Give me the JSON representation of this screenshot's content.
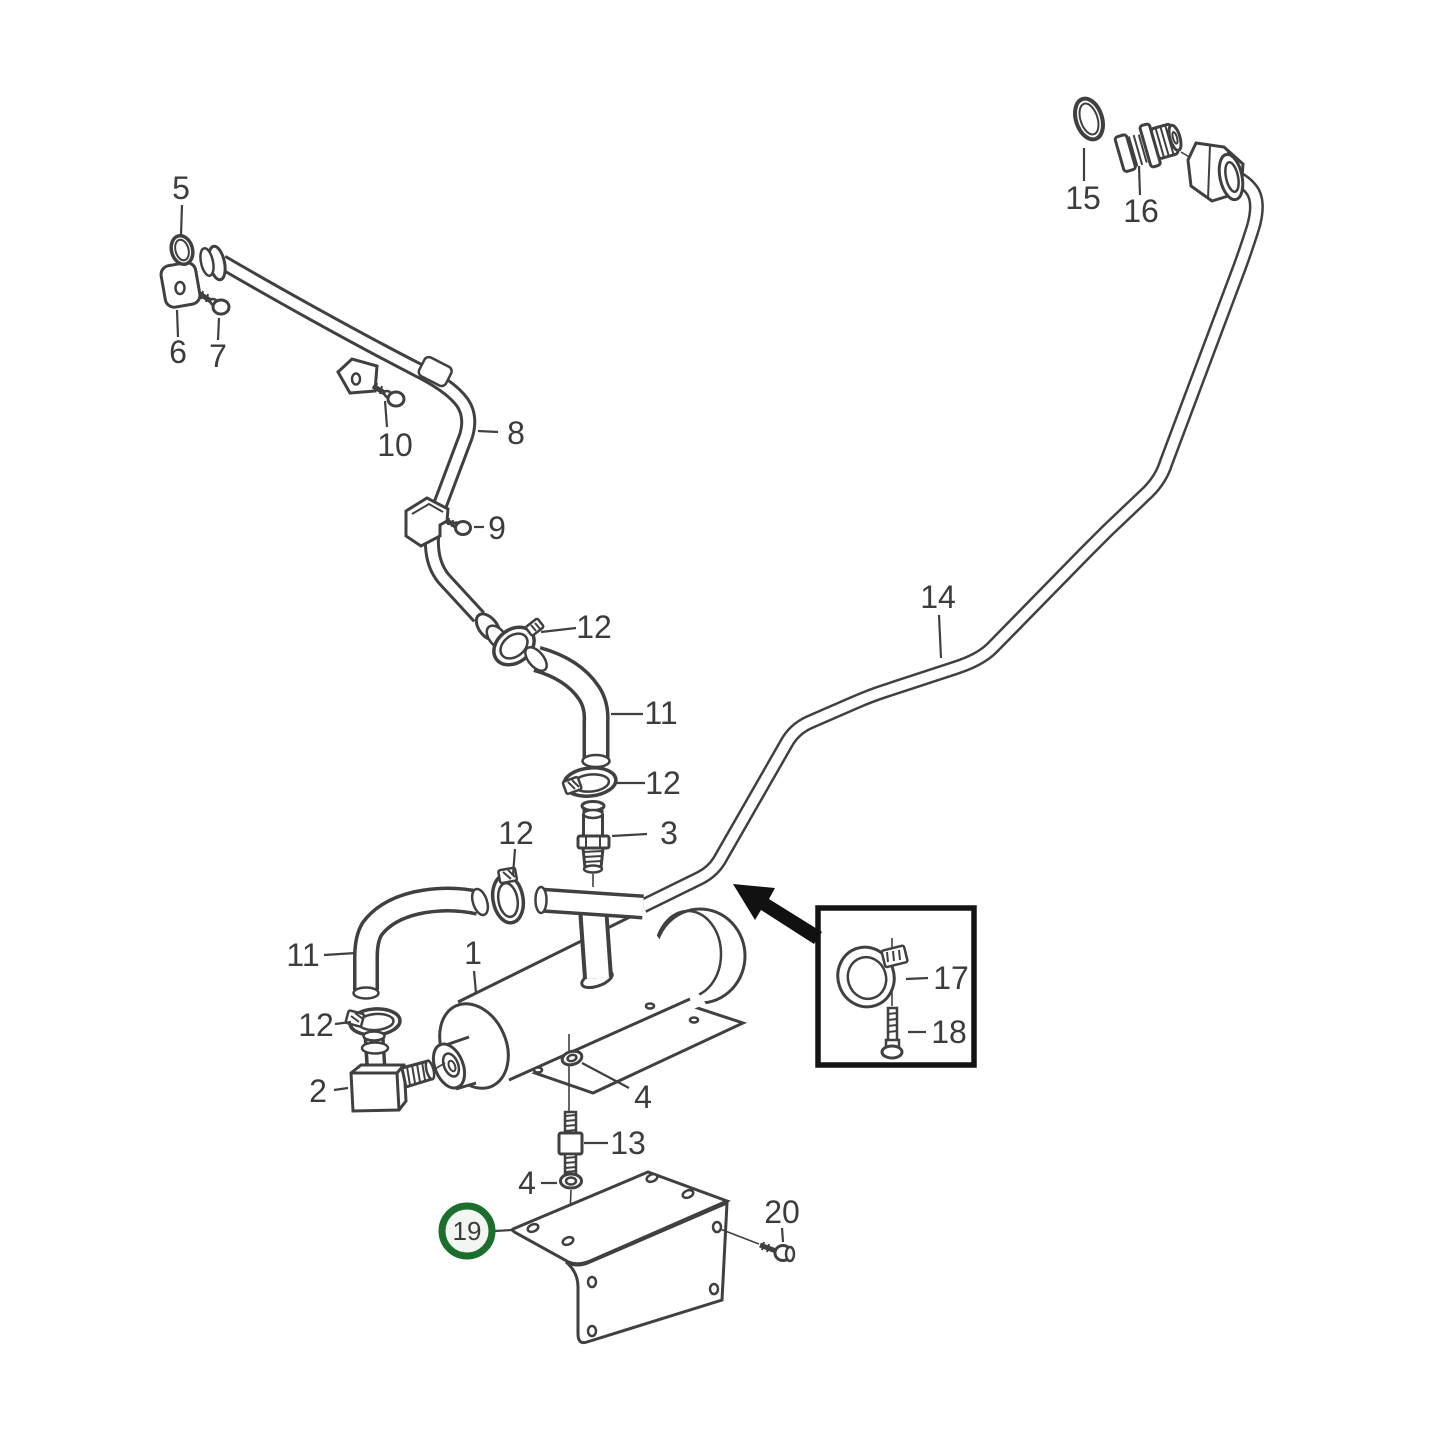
{
  "diagram": {
    "type": "exploded-parts-diagram",
    "background_color": "#ffffff",
    "line_color": "#404040",
    "label_color": "#3c3c3c",
    "inset_border_color": "#141414",
    "arrow_color": "#111111"
  },
  "highlight": {
    "part_number": "19",
    "ring_color": "#1c6e2e",
    "fill_color": "#f2f6f2"
  },
  "callouts": {
    "part1": "1",
    "part2": "2",
    "part3": "3",
    "part4_upper": "4",
    "part4_lower": "4",
    "part5": "5",
    "part6": "6",
    "part7": "7",
    "part8": "8",
    "part9": "9",
    "part10": "10",
    "part11_upper": "11",
    "part11_lower": "11",
    "part12_a": "12",
    "part12_b": "12",
    "part12_c": "12",
    "part12_d": "12",
    "part13": "13",
    "part14": "14",
    "part15": "15",
    "part16": "16",
    "part17": "17",
    "part18": "18",
    "part19": "19",
    "part20": "20"
  }
}
